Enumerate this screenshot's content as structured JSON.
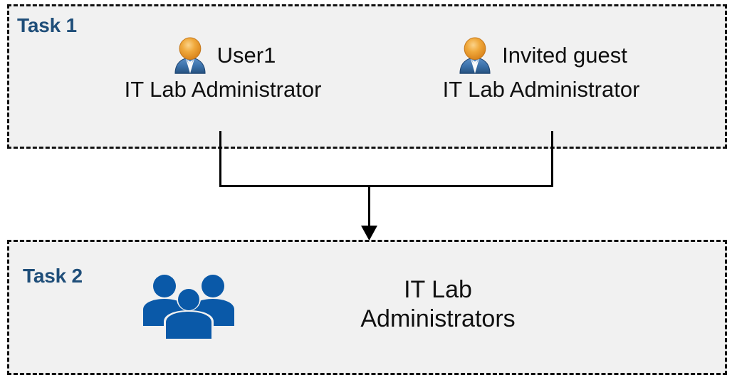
{
  "diagram": {
    "title_hidden": "",
    "colors": {
      "task_label": "#1F4E79",
      "box_fill": "#F1F1F1",
      "box_border": "#111111",
      "group_icon": "#0A59A8",
      "user_icon_head": "#E8A33D",
      "user_icon_body": "#2E6DA4",
      "connector": "#000000",
      "page_background": "#FFFFFF",
      "text": "#101010"
    }
  },
  "task1": {
    "label": "Task 1",
    "people": [
      {
        "icon": "user-icon",
        "name": "User1",
        "role": "IT Lab Administrator"
      },
      {
        "icon": "user-icon",
        "name": "Invited guest",
        "role": "IT Lab Administrator"
      }
    ]
  },
  "task2": {
    "label": "Task 2",
    "group": {
      "icon": "group-of-people-icon",
      "name_line1": "IT Lab",
      "name_line2": "Administrators"
    }
  },
  "connector": {
    "type": "merge-arrow",
    "description": "Two vertical lines from Task 1 members merge into one downward arrow pointing into Task 2",
    "arrow_head": "down-arrow"
  }
}
